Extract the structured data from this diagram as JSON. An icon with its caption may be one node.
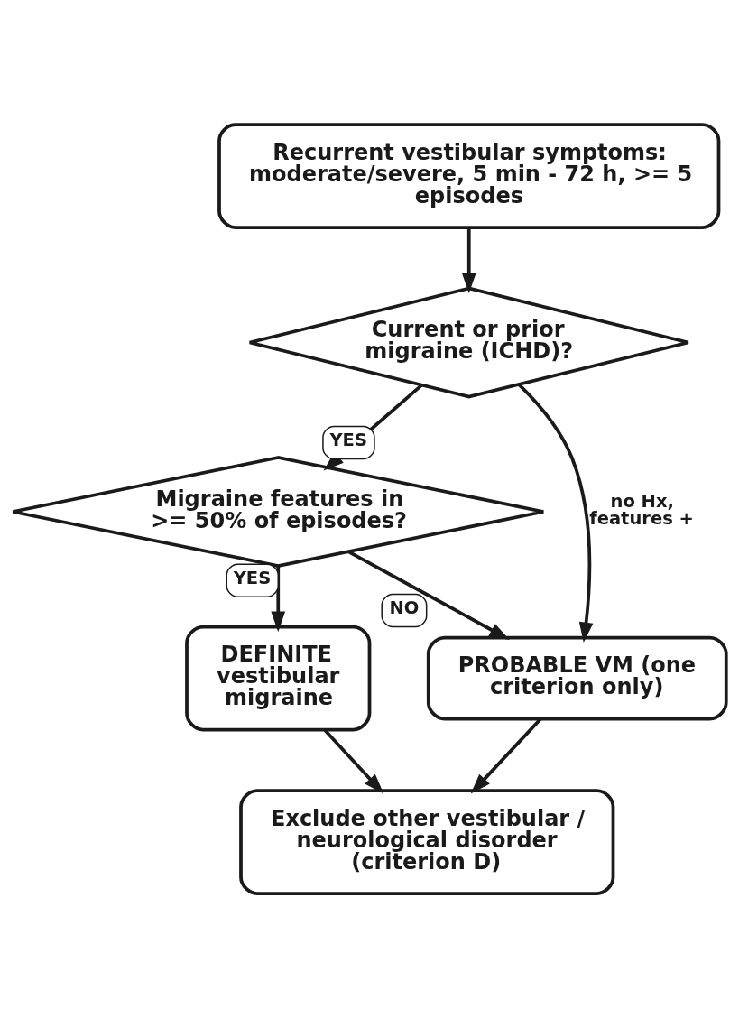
{
  "diagram": {
    "nodes": [
      {
        "text": [
          "Recurrent vestibular symptoms: moderate/severe, 5 min - 72 h, >= 5 episodes"
        ]
      },
      {
        "text": [
          "Current or prior migraine (ICHD)?"
        ]
      },
      {
        "text": [
          "Migraine features in >= 50% of episodes?"
        ]
      },
      {
        "text": [
          "DEFINITE vestibular migraine"
        ]
      },
      {
        "text": [
          "PROBABLE VM (one criterion only)"
        ]
      },
      {
        "text": [
          "Exclude other vestibular / neurological disorder (criterion D)"
        ]
      }
    ],
    "edges": [
      {
        "from": 0,
        "to": 1,
        "arrow": "to"
      },
      {
        "from": 1,
        "to": 2,
        "arrow": "to",
        "label": "YES"
      },
      {
        "from": 2,
        "to": 3,
        "arrow": "to",
        "label": "YES"
      },
      {
        "from": 2,
        "to": 4,
        "arrow": "to",
        "label": "NO"
      },
      {
        "from": 1,
        "to": 4,
        "arrow": "to",
        "label": "no Hx, features +"
      },
      {
        "from": 3,
        "to": 5,
        "arrow": "to"
      },
      {
        "from": 4,
        "to": 5,
        "arrow": "to"
      }
    ]
  }
}
